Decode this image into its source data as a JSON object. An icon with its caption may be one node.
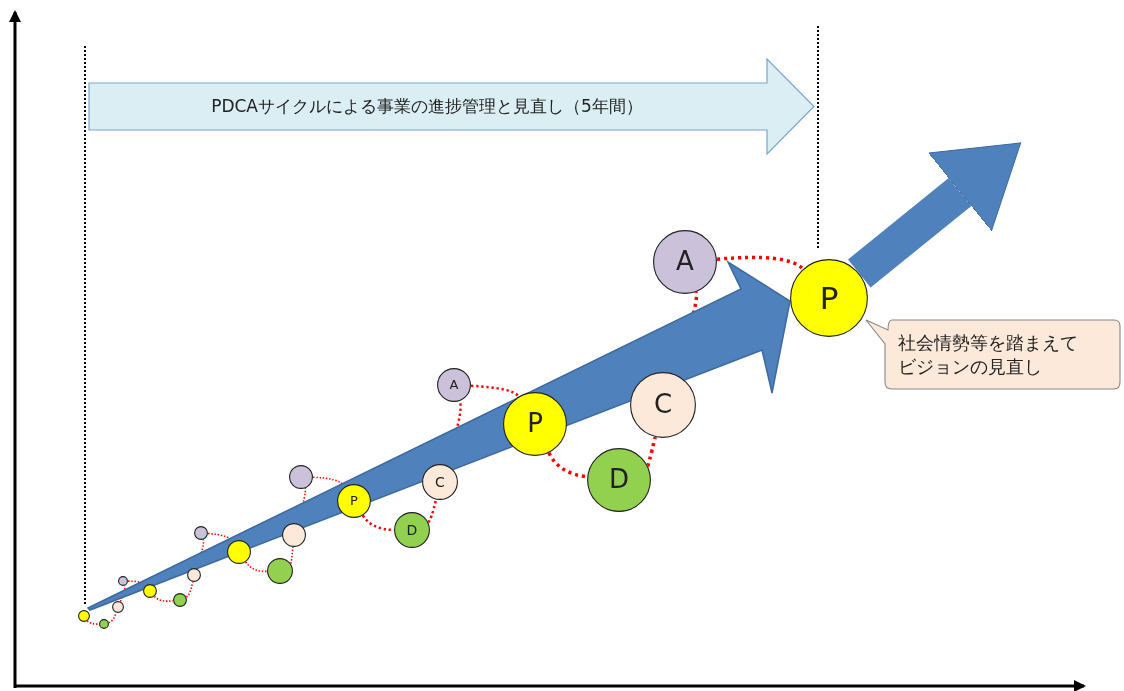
{
  "diagram": {
    "nodes": [
      {
        "text": [
          "PDCAサイクルによる事業の進捗管理と見直し（5年間）"
        ]
      },
      {
        "text": [],
        "shape": "circle"
      },
      {
        "text": [],
        "shape": "circle"
      },
      {
        "text": [],
        "shape": "circle"
      },
      {
        "text": [],
        "shape": "circle"
      },
      {
        "text": [],
        "shape": "circle"
      },
      {
        "text": [],
        "shape": "circle"
      },
      {
        "text": [],
        "shape": "circle"
      },
      {
        "text": [],
        "shape": "circle"
      },
      {
        "text": [],
        "shape": "circle"
      },
      {
        "text": [],
        "shape": "circle"
      },
      {
        "text": [],
        "shape": "circle"
      },
      {
        "text": [],
        "shape": "circle"
      },
      {
        "text": [
          "P"
        ]
      },
      {
        "text": [
          "D"
        ]
      },
      {
        "text": [
          "C"
        ]
      },
      {
        "text": [
          "A"
        ]
      },
      {
        "text": [
          "P"
        ]
      },
      {
        "text": [
          "D"
        ]
      },
      {
        "text": [
          "C"
        ]
      },
      {
        "text": [
          "A"
        ]
      },
      {
        "text": [
          "P"
        ]
      },
      {
        "text": [
          "社会情勢等を踏まえてビジョンの見直し"
        ]
      }
    ],
    "edges": [
      {
        "from": 1,
        "to": 2,
        "arrow": "none",
        "style": "dashed"
      },
      {
        "from": 2,
        "to": 3,
        "arrow": "none",
        "style": "dashed"
      },
      {
        "from": 3,
        "to": 4,
        "arrow": "none",
        "style": "dashed"
      },
      {
        "from": 4,
        "to": 5,
        "arrow": "none",
        "style": "dashed"
      },
      {
        "from": 5,
        "to": 6,
        "arrow": "none",
        "style": "dashed"
      },
      {
        "from": 6,
        "to": 7,
        "arrow": "none",
        "style": "dashed"
      },
      {
        "from": 7,
        "to": 8,
        "arrow": "none",
        "style": "dashed"
      },
      {
        "from": 8,
        "to": 9,
        "arrow": "none",
        "style": "dashed"
      },
      {
        "from": 9,
        "to": 10,
        "arrow": "none",
        "style": "dashed"
      },
      {
        "from": 10,
        "to": 11,
        "arrow": "none",
        "style": "dashed"
      },
      {
        "from": 11,
        "to": 12,
        "arrow": "none",
        "style": "dashed"
      },
      {
        "from": 12,
        "to": 13,
        "arrow": "none",
        "style": "dashed"
      },
      {
        "from": 13,
        "to": 14,
        "arrow": "none",
        "style": "dashed"
      },
      {
        "from": 14,
        "to": 15,
        "arrow": "none",
        "style": "dashed"
      },
      {
        "from": 15,
        "to": 16,
        "arrow": "none",
        "style": "dashed"
      },
      {
        "from": 16,
        "to": 17,
        "arrow": "none",
        "style": "dashed"
      },
      {
        "from": 17,
        "to": 18,
        "arrow": "none",
        "style": "dashed"
      },
      {
        "from": 18,
        "to": 19,
        "arrow": "none",
        "style": "dashed"
      },
      {
        "from": 19,
        "to": 20,
        "arrow": "none",
        "style": "dashed"
      },
      {
        "from": 20,
        "to": 21,
        "arrow": "none",
        "style": "dashed"
      },
      {
        "from": 21,
        "to": null,
        "arrow": "to",
        "style": "thick",
        "color": "#4f81bd"
      }
    ]
  }
}
